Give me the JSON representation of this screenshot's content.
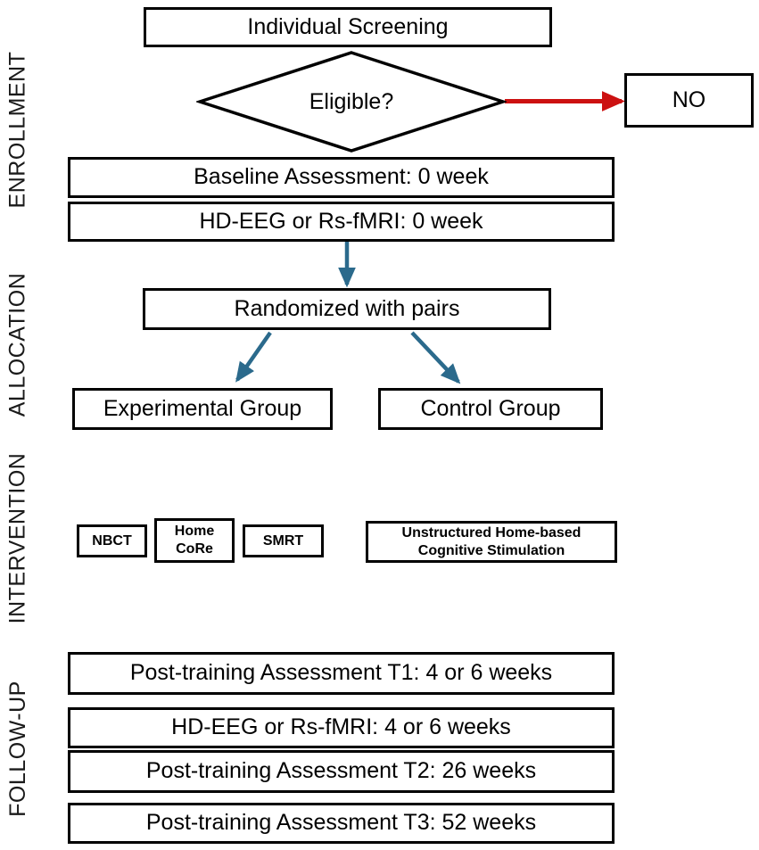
{
  "diagram": {
    "title": "CONSORT-style study flow diagram",
    "phases": [
      {
        "id": "enrollment",
        "label": "ENROLLMENT"
      },
      {
        "id": "allocation",
        "label": "ALLOCATION"
      },
      {
        "id": "intervention",
        "label": "INTERVENTION"
      },
      {
        "id": "followup",
        "label": "FOLLOW-UP"
      }
    ],
    "nodes": {
      "individual_screening": "Individual Screening",
      "eligible": "Eligible?",
      "no": "NO",
      "baseline_assessment": "Baseline Assessment: 0 week",
      "baseline_imaging": "HD-EEG or Rs-fMRI: 0 week",
      "randomized": "Randomized with pairs",
      "experimental_group": "Experimental Group",
      "control_group": "Control Group",
      "nbct": "NBCT",
      "home_core": "Home CoRe",
      "smrt": "SMRT",
      "unstructured": "Unstructured Home-based Cognitive Stimulation",
      "followup_t1": "Post-training Assessment T1: 4 or 6 weeks",
      "followup_imaging": "HD-EEG or Rs-fMRI: 4 or 6 weeks",
      "followup_t2": "Post-training Assessment T2: 26 weeks",
      "followup_t3": "Post-training Assessment T3: 52 weeks"
    },
    "colors": {
      "box_border": "#000000",
      "box_fill": "#ffffff",
      "text": "#000000",
      "exclusion_arrow": "#cc1111",
      "flow_arrow": "#2b6a8c",
      "phase_label": "#1a1a1a"
    },
    "connectors": [
      {
        "id": "eligible-to-no",
        "from": "eligible",
        "to": "no",
        "color": "#cc1111",
        "style": "horizontal-arrow"
      },
      {
        "id": "baseline-to-randomized",
        "from": "baseline_imaging",
        "to": "randomized",
        "color": "#2b6a8c",
        "style": "vertical-arrow"
      },
      {
        "id": "randomized-to-experimental",
        "from": "randomized",
        "to": "experimental_group",
        "color": "#2b6a8c",
        "style": "diagonal-arrow"
      },
      {
        "id": "randomized-to-control",
        "from": "randomized",
        "to": "control_group",
        "color": "#2b6a8c",
        "style": "diagonal-arrow"
      }
    ]
  }
}
